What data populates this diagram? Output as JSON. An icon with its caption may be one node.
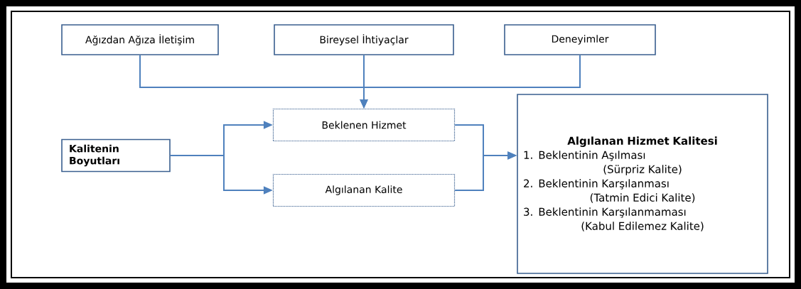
{
  "diagram": {
    "nodes": [
      {
        "text": [
          "Ağızdan Ağıza İletişim"
        ]
      },
      {
        "text": [
          "Bireysel İhtiyaçlar"
        ]
      },
      {
        "text": [
          "Deneyimler"
        ]
      },
      {
        "text": [
          "Beklenen Hizmet"
        ]
      },
      {
        "text": [
          "Kalitenin Boyutları"
        ]
      },
      {
        "text": [
          "Algılanan Kalite"
        ]
      },
      {
        "text": [
          "Algılanan Hizmet Kalitesi",
          "1. Beklentinin Aşılması",
          "(Sürpriz Kalite)",
          "2. Beklentinin Karşılanması",
          "(Tatmin Edici Kalite)",
          "3. Beklentinin Karşılanmaması",
          "(Kabul Edilemez Kalite)"
        ]
      }
    ],
    "edges": [
      {
        "from": 0,
        "to": 3,
        "arrow": "to"
      },
      {
        "from": 1,
        "to": 3,
        "arrow": "to"
      },
      {
        "from": 2,
        "to": 3,
        "arrow": "to"
      },
      {
        "from": 4,
        "to": 3,
        "arrow": "to"
      },
      {
        "from": 4,
        "to": 5,
        "arrow": "to"
      },
      {
        "from": 3,
        "to": 6,
        "arrow": "to"
      },
      {
        "from": 5,
        "to": 6,
        "arrow": "to"
      }
    ]
  }
}
